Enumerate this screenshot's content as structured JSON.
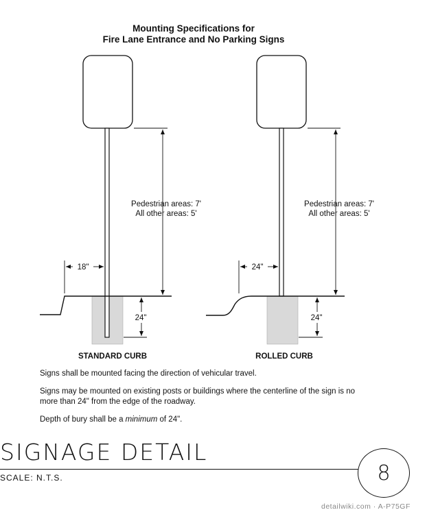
{
  "title": {
    "line1": "Mounting Specifications for",
    "line2": "Fire Lane Entrance and No Parking Signs"
  },
  "diagrams": {
    "standard": {
      "height_label_1": "Pedestrian areas: 7'",
      "height_label_2": "All other areas: 5'",
      "offset_label": "18\"",
      "bury_label": "24\"",
      "caption": "STANDARD CURB"
    },
    "rolled": {
      "height_label_1": "Pedestrian areas: 7'",
      "height_label_2": "All other areas: 5'",
      "offset_label": "24\"",
      "bury_label": "24\"",
      "caption": "ROLLED CURB"
    }
  },
  "notes": {
    "note1": "Signs shall be mounted facing the direction of vehicular travel.",
    "note2": "Signs may be mounted on existing posts or buildings where the centerline of the sign is no more than 24\" from the edge of the roadway.",
    "note3_prefix": "Depth of bury shall be a ",
    "note3_emph": "minimum",
    "note3_suffix": " of 24\"."
  },
  "title_block": {
    "title": "SIGNAGE DETAIL",
    "scale": "SCALE: N.T.S.",
    "detail_number": "8"
  },
  "watermark": "detailwiki.com · A-P75GF"
}
